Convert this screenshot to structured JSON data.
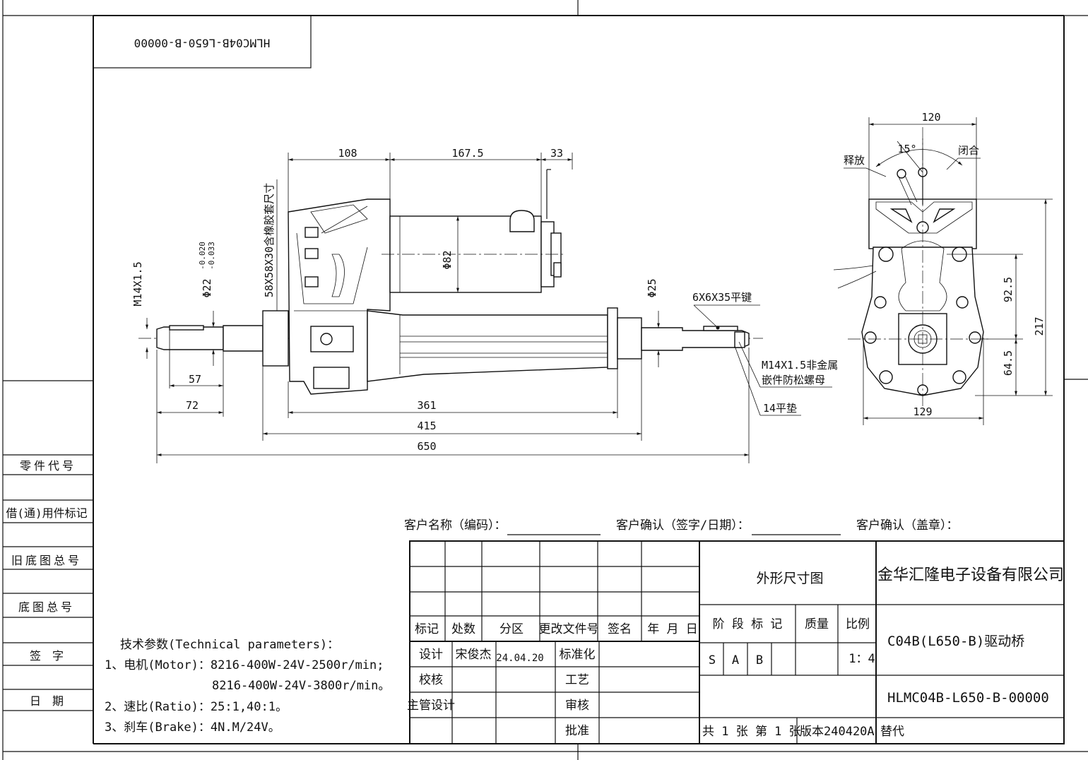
{
  "drawing_number_box": "HLMC04B-L650-B-00000",
  "left_column": [
    "零件代号",
    "借(通)用件标记",
    "旧底图总号",
    "底图总号",
    "签　字",
    "日　期"
  ],
  "dims": {
    "d108": "108",
    "d167": "167.5",
    "d33": "33",
    "m14": "M14X1.5",
    "d22": "Φ22",
    "tol_up": "-0.020",
    "tol_dn": "-0.033",
    "sleeve": "58X58X30含橡胶套尺寸",
    "d82": "Φ82",
    "d25": "Φ25",
    "key": "6X6X35平键",
    "nut1": "M14X1.5非金属",
    "nut2": "嵌件防松螺母",
    "washer": "14平垫",
    "d57": "57",
    "d72": "72",
    "d361": "361",
    "d415": "415",
    "d650": "650",
    "d120": "120",
    "deg": "15°",
    "release": "释放",
    "close": "闭合",
    "d92": "92.5",
    "d217": "217",
    "d64": "64.5",
    "d129": "129"
  },
  "customer": {
    "name": "客户名称（编码）：",
    "confirm": "客户确认（签字/日期）：",
    "stamp": "客户确认（盖章）："
  },
  "tech": {
    "title": "技术参数(Technical parameters)：",
    "l1": "1、电机(Motor)：8216-400W-24V-2500r/min;",
    "l2": "8216-400W-24V-3800r/min。",
    "l3": "2、速比(Ratio)：25:1,40:1。",
    "l4": "3、刹车(Brake)：4N.M/24V。"
  },
  "title_block": {
    "h_mark": "标记",
    "h_qty": "处数",
    "h_zone": "分区",
    "h_doc": "更改文件号",
    "h_sign": "签名",
    "h_date": "年 月 日",
    "design": "设计",
    "designer": "宋俊杰",
    "design_date": "24.04.20",
    "std": "标准化",
    "check": "校核",
    "craft": "工艺",
    "lead": "主管设计",
    "review": "审核",
    "approve": "批准",
    "drawing_name": "外形尺寸图",
    "company": "金华汇隆电子设备有限公司",
    "stage": "阶 段 标 记",
    "mass": "质量",
    "scale": "比例",
    "stage_s": "S",
    "stage_a": "A",
    "stage_b": "B",
    "scale_val": "1：4",
    "product": "C04B(L650-B)驱动桥",
    "code": "HLMC04B-L650-B-00000",
    "sheets": "共 1 张 第 1 张",
    "version": "版本240420A",
    "replace": "替代"
  }
}
